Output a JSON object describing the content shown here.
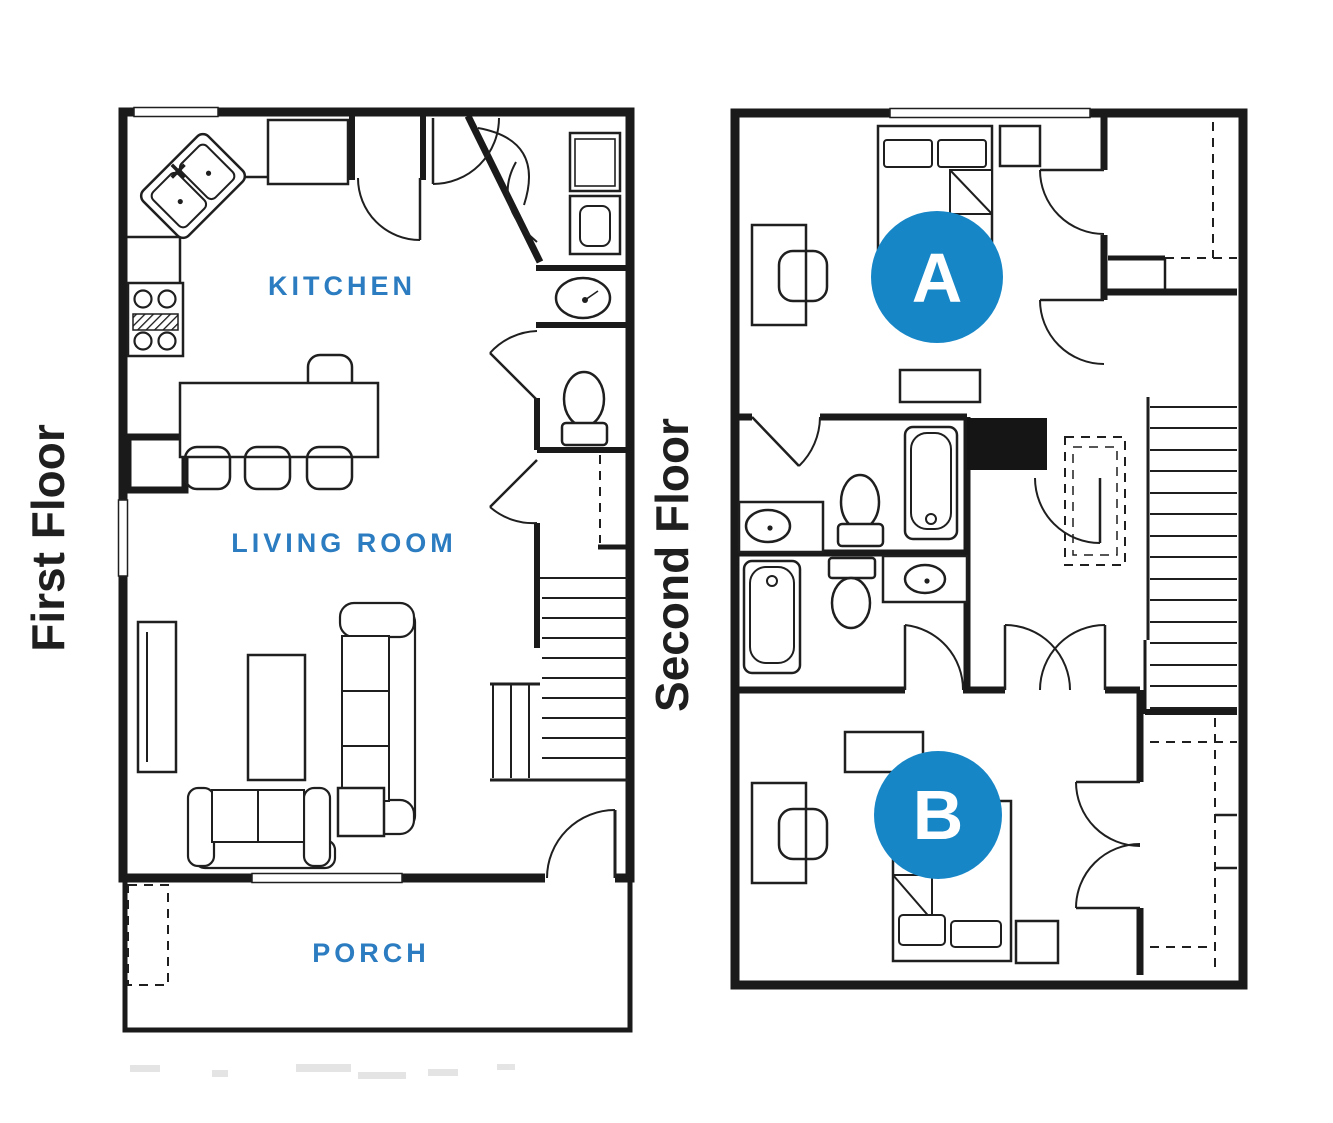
{
  "page": {
    "background": "#ffffff"
  },
  "colors": {
    "wall": "#1a1a1a",
    "room_label_blue": "#2b7cc0",
    "unit_circle_blue": "#1786c7",
    "unit_letter": "#ffffff",
    "floor_title": "#1f1f1f"
  },
  "first_floor": {
    "title": "First Floor",
    "rooms": [
      {
        "label": "KITCHEN"
      },
      {
        "label": "LIVING ROOM"
      },
      {
        "label": "PORCH"
      }
    ],
    "fixtures": [
      "corner-double-sink",
      "stove",
      "refrigerator",
      "pantry-closet",
      "kitchen-island",
      "bar-stools",
      "washer-dryer",
      "utility-sink",
      "toilet",
      "tv-console",
      "coffee-table",
      "sofa",
      "loveseat",
      "end-table",
      "staircase",
      "entry-door",
      "porch-post"
    ]
  },
  "second_floor": {
    "title": "Second Floor",
    "units": [
      {
        "label": "A"
      },
      {
        "label": "B"
      }
    ],
    "fixtures": [
      "bed",
      "desk",
      "desk-chair",
      "nightstand",
      "dresser",
      "bathtub",
      "toilet",
      "vanity-sink",
      "staircase",
      "linen-closet",
      "wardrobe-closet"
    ]
  }
}
